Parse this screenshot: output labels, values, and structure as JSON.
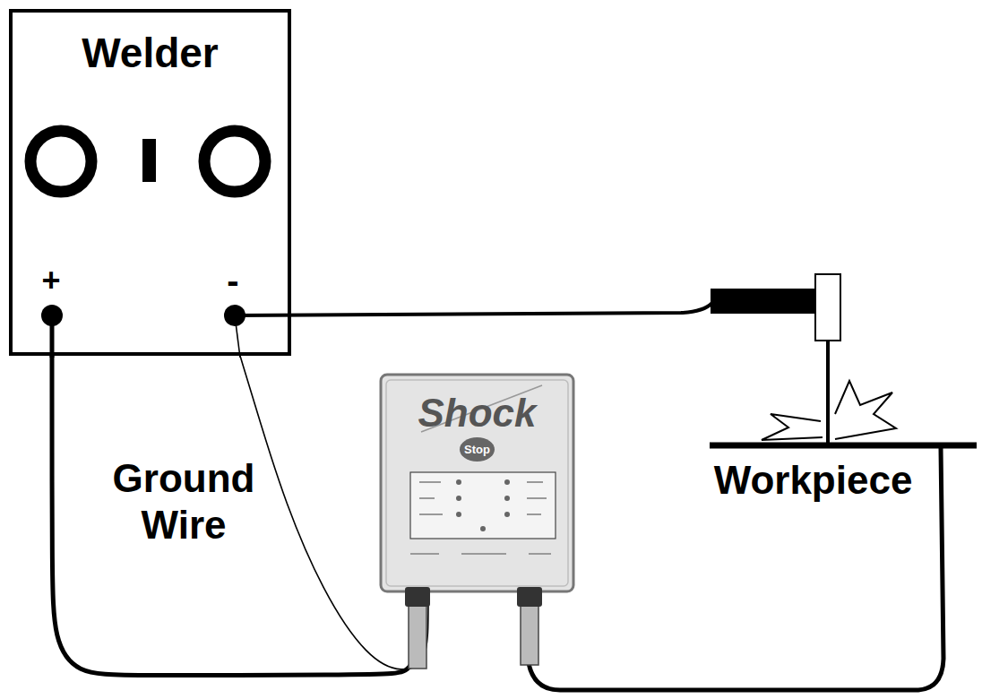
{
  "diagram": {
    "nodes": [
      {
        "text": [
          "Welder"
        ]
      },
      {
        "text": [
          "Shock",
          "Stop"
        ]
      }
    ],
    "edges": [
      {
        "from": 0,
        "to": 1,
        "arrow": "none"
      },
      {
        "from": 0,
        "to": 1,
        "arrow": "none"
      }
    ],
    "labels": [
      "+",
      "-",
      "Ground Wire",
      "Workpiece"
    ]
  }
}
